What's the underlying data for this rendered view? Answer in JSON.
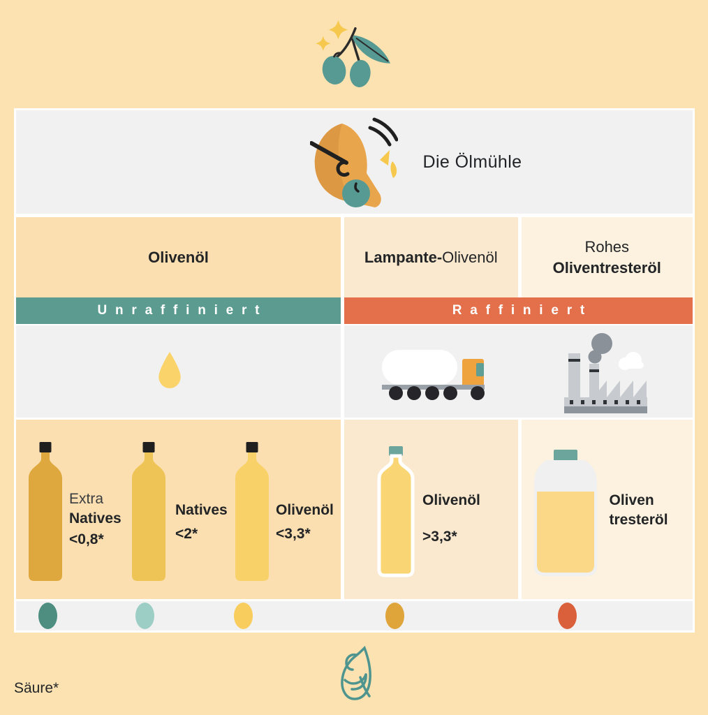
{
  "page": {
    "background_color": "#FCE2B0",
    "footnote": "Säure*"
  },
  "decor": {
    "top_icon": "olive-branch-icon",
    "bottom_icon": "oil-drop-leaf-logo-icon"
  },
  "header": {
    "icon": "oil-mill-icon",
    "title": "Die Ölmühle"
  },
  "columns": {
    "col1": {
      "bold": "Olivenöl"
    },
    "col2": {
      "bold": "Lampante-",
      "regular": "Olivenöl"
    },
    "col3": {
      "regular": "Rohes",
      "bold": "Oliventresteröl"
    }
  },
  "banners": {
    "unrefined": {
      "label": "Unraffiniert",
      "color": "#5B9B90"
    },
    "refined": {
      "label": "Raffiniert",
      "color": "#E3704B"
    }
  },
  "process_icons": {
    "unrefined": "oil-drop-icon",
    "refined_transport": "tanker-truck-icon",
    "refined_refinery": "factory-icon"
  },
  "products": [
    {
      "prefix": "Extra",
      "name": "Natives",
      "acidity": "<0,8*",
      "bottle_color": "#DFA83E"
    },
    {
      "prefix": "",
      "name": "Natives",
      "acidity": "<2*",
      "bottle_color": "#EFC457"
    },
    {
      "prefix": "",
      "name": "Olivenöl",
      "acidity": "<3,3*",
      "bottle_color": "#F8D169"
    },
    {
      "prefix": "",
      "name": "Olivenöl",
      "acidity": ">3,3*",
      "bottle_color": "#FAD573",
      "cap_color": "#6BA59B"
    },
    {
      "prefix": "",
      "name": "Oliven",
      "name_line2": "tresteröl",
      "acidity": "",
      "oil_color": "#FBD887",
      "cap_color": "#6BA59B"
    }
  ],
  "legend_dots": [
    {
      "color": "#4D8E81"
    },
    {
      "color": "#9CCEC5"
    },
    {
      "color": "#F8CD5E"
    },
    {
      "color": "#DFA43A"
    },
    {
      "color": "#DA5F3B"
    }
  ]
}
